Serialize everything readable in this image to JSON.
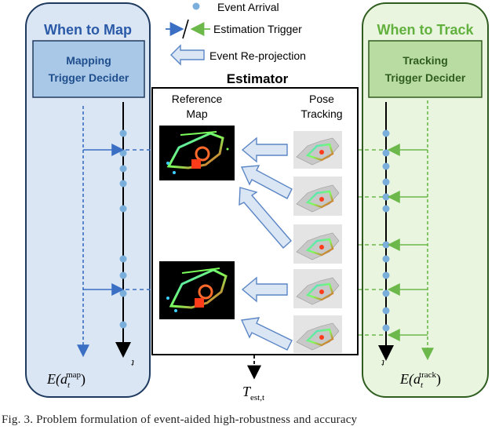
{
  "legend": {
    "event_arrival": "Event Arrival",
    "estimation_trigger": "Estimation Trigger",
    "event_reprojection": "Event Re-projection"
  },
  "left_panel": {
    "title": "When to Map",
    "decider_line1": "Mapping",
    "decider_line2": "Trigger Decider",
    "output_label": "E(a",
    "output_sub": "t",
    "output_sup": "map",
    "output_close": ")"
  },
  "right_panel": {
    "title": "When to Track",
    "decider_line1": "Tracking",
    "decider_line2": "Trigger Decider",
    "output_label": "E(a",
    "output_sub": "t",
    "output_sup": "track",
    "output_close": ")"
  },
  "estimator": {
    "title": "Estimator",
    "ref_map_line1": "Reference",
    "ref_map_line2": "Map",
    "pose_line1": "Pose",
    "pose_line2": "Tracking",
    "output_T": "T",
    "output_sub": "est,t"
  },
  "axis_t": "t",
  "caption": "Fig. 3.   Problem formulation of event-aided high-robustness and accuracy",
  "colors": {
    "left_panel_fill": "#dae6f4",
    "left_panel_stroke": "#1f3a5f",
    "left_decider_fill": "#a9c8e8",
    "left_title": "#2a5aa8",
    "right_panel_fill": "#e9f5df",
    "right_panel_stroke": "#2f5d1f",
    "right_decider_fill": "#b9dca3",
    "right_title": "#62b13e",
    "event_dot": "#7aaedb",
    "blue_arrow": "#3a6fc4",
    "green_arrow": "#6cb84a",
    "reproj_arrow_fill": "#dbe6f5",
    "reproj_arrow_stroke": "#5b86c5"
  }
}
